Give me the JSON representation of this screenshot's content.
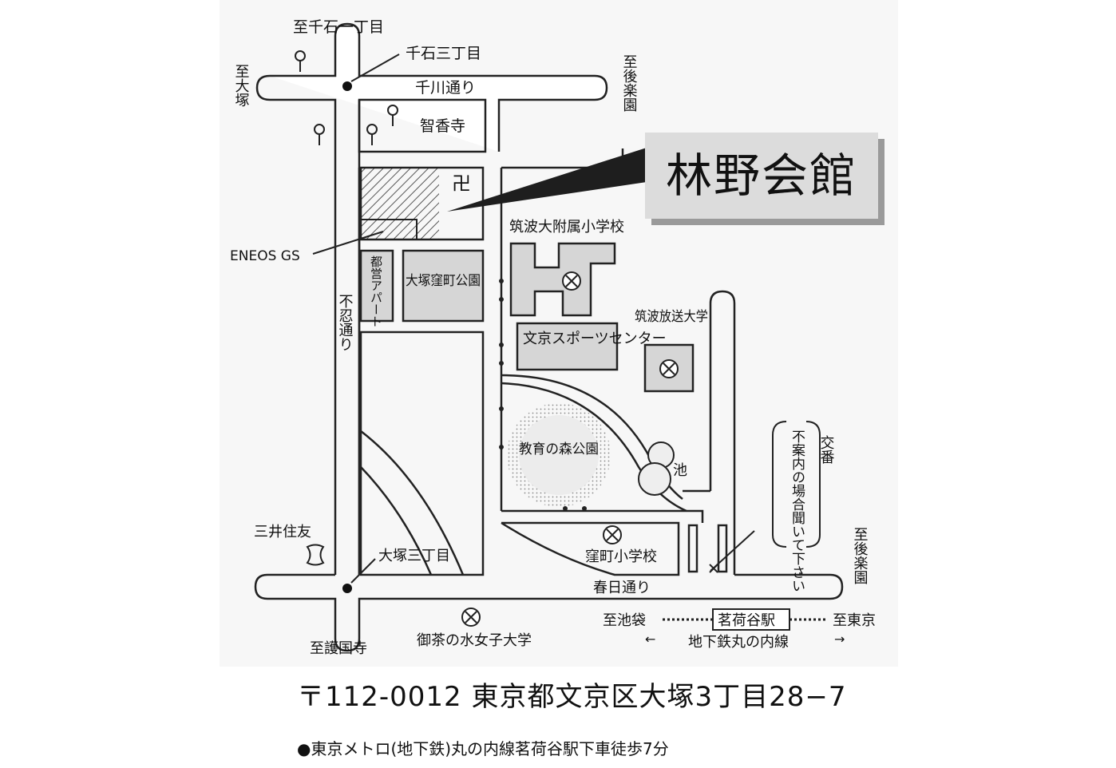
{
  "map": {
    "callout": "林野会館",
    "directions": {
      "sengoku1": "至千石一丁目",
      "otsuka": "至大塚",
      "korakuen_top": "至後楽園",
      "korakuen_right": "至後楽園",
      "gokokuji": "至護国寺",
      "ikebukuro": "至池袋",
      "tokyo": "至東京"
    },
    "streets": {
      "senkawa": "千川通り",
      "shinobazu": "不忍通り",
      "kasuga": "春日通り"
    },
    "intersections": {
      "sengoku3": "千石三丁目",
      "otsuka3": "大塚三丁目"
    },
    "landmarks": {
      "chikoji": "智香寺",
      "eneos": "ENEOS GS",
      "toei_apart": "都営アパート",
      "park": "大塚窪町公園",
      "tsukuba_school": "筑波大附属小学校",
      "sports_center": "文京スポーツセンター",
      "tsukuba_univ": "筑波放送大学",
      "forest_park": "教育の森公園",
      "pond": "池",
      "kubomachi_school": "窪町小学校",
      "mitsui": "三井住友",
      "ochanomizu": "御茶の水女子大学",
      "koban": "交番",
      "koban_note": "不案内の場合聞いて下さい"
    },
    "station": "茗荷谷駅",
    "subway_line": "地下鉄丸の内線",
    "arrow_left": "←",
    "arrow_right": "→"
  },
  "address": "〒112-0012 東京都文京区大塚3丁目28−7",
  "access": "●東京メトロ(地下鉄)丸の内線茗荷谷駅下車徒歩7分"
}
